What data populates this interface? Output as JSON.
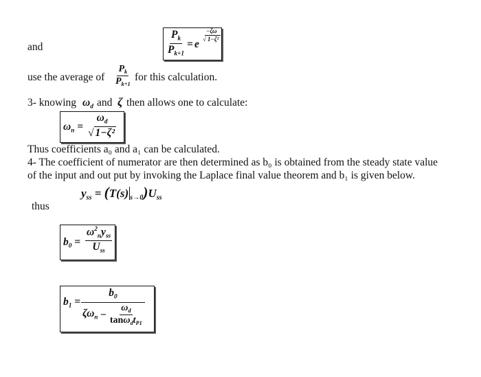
{
  "text": {
    "and": "and",
    "use_prefix": "use the average of",
    "use_suffix": "for this calculation.",
    "step3_prefix": "3- knowing",
    "step3_and": "and",
    "step3_suffix": "then allows one to calculate:",
    "thus_coeff": "Thus coefficients a₀ and a₁ can be calculated.",
    "step4_line1": "4- The coefficient of numerator are then determined as b₀ is obtained from the steady state value",
    "step4_line2": "of the input and out put by invoking the Laplace final value theorem and b₁ is given below.",
    "thus": "thus"
  },
  "symbols": {
    "P": "P",
    "k": "k",
    "k1": "k+1",
    "e": "e",
    "omega": "ω",
    "zeta": "ζ",
    "n": "n",
    "d": "d",
    "y": "y",
    "ss": "ss",
    "U": "U",
    "T": "T",
    "s": "s",
    "s_to_0": "s→0",
    "b": "b",
    "zero": "0",
    "one": "1",
    "two": "2",
    "tan": "tan",
    "t": "t",
    "p1": "P1",
    "minus": "−",
    "eq": "=",
    "one_minus_zeta2": "1−ζ²"
  }
}
